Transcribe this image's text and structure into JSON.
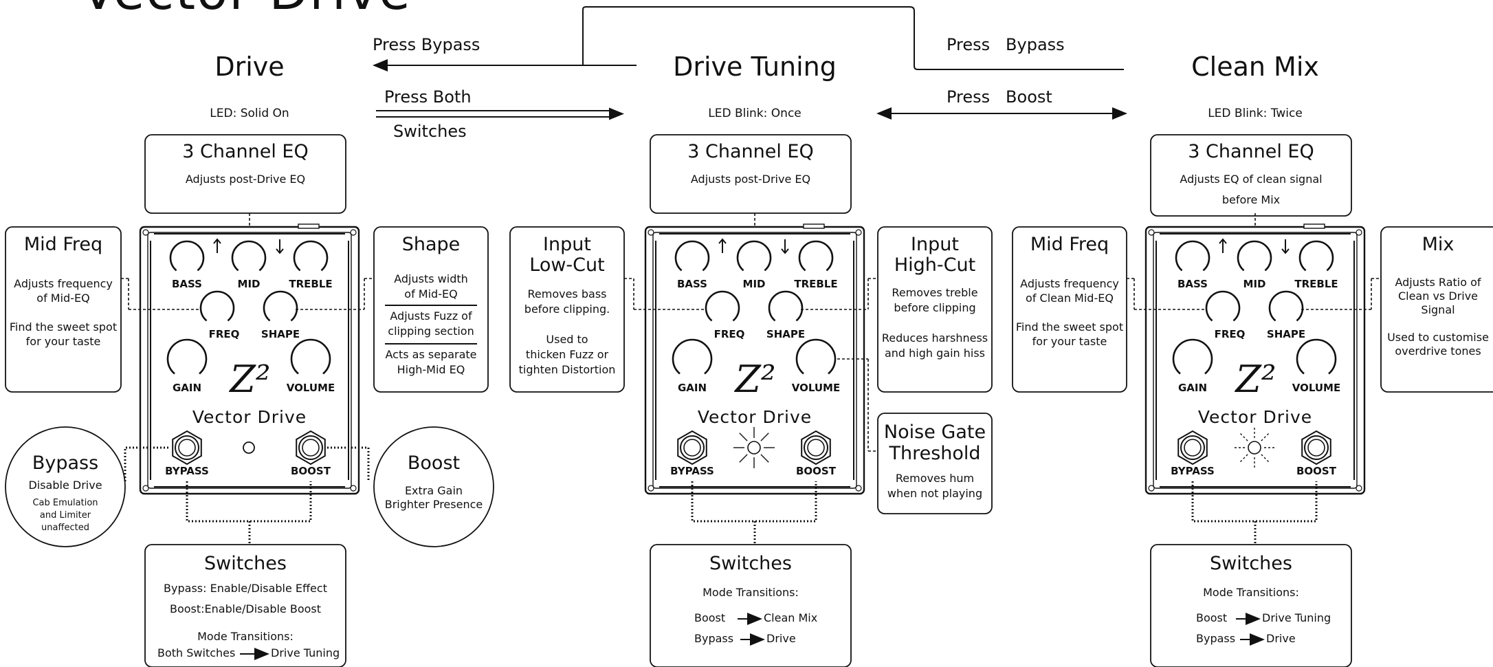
{
  "title": "Vector Drive",
  "arrows": {
    "press_bypass_left": "Press Bypass",
    "press_both": "Press Both",
    "switches": "Switches",
    "press_bypass_right": "Press   Bypass",
    "press_boost": "Press   Boost"
  },
  "pedal": {
    "name": "Vector Drive",
    "logo": "Z²",
    "knobs": {
      "bass": "BASS",
      "mid": "MID",
      "treble": "TREBLE",
      "freq": "FREQ",
      "shape": "SHAPE",
      "gain": "GAIN",
      "volume": "VOLUME"
    },
    "bypass": "BYPASS",
    "boost": "BOOST"
  },
  "modes": {
    "drive": {
      "title": "Drive",
      "led": "LED: Solid On",
      "eq_title": "3 Channel EQ",
      "eq_desc": [
        "Adjusts post-Drive EQ"
      ],
      "left_title": "Mid Freq",
      "left_desc": [
        "Adjusts frequency",
        "of Mid-EQ",
        "",
        "Find the sweet spot",
        "for your taste"
      ],
      "right_title": "Shape",
      "right_desc": [
        "Adjusts width",
        "of Mid-EQ",
        "Adjusts Fuzz of",
        "clipping section",
        "Acts as separate",
        "High-Mid EQ"
      ],
      "bypass_title": "Bypass",
      "bypass_desc": "Disable Drive",
      "bypass_small": [
        "Cab Emulation",
        "and Limiter",
        "unaffected"
      ],
      "boost_title": "Boost",
      "boost_desc": [
        "Extra Gain",
        "Brighter Presence"
      ],
      "switches_title": "Switches",
      "switches_lines": [
        "Bypass: Enable/Disable Effect",
        "Boost:Enable/Disable Boost",
        "Mode Transitions:"
      ],
      "switch_transition": {
        "from": "Both Switches",
        "to": "Drive Tuning"
      }
    },
    "tuning": {
      "title": "Drive Tuning",
      "led": "LED Blink: Once",
      "eq_title": "3 Channel EQ",
      "eq_desc": [
        "Adjusts post-Drive EQ"
      ],
      "left_title": [
        "Input",
        "Low-Cut"
      ],
      "left_desc": [
        "Removes bass",
        "before clipping.",
        "",
        "Used to",
        "thicken Fuzz or",
        "tighten Distortion"
      ],
      "right_title": [
        "Input",
        "High-Cut"
      ],
      "right_desc": [
        "Removes treble",
        "before clipping",
        "",
        "Reduces harshness",
        "and high gain hiss"
      ],
      "gate_title": [
        "Noise Gate",
        "Threshold"
      ],
      "gate_desc": [
        "Removes hum",
        "when not playing"
      ],
      "switches_title": "Switches",
      "switches_sub": "Mode Transitions:",
      "transitions": [
        {
          "from": "Boost",
          "to": "Clean Mix"
        },
        {
          "from": "Bypass",
          "to": "Drive"
        }
      ]
    },
    "clean": {
      "title": "Clean Mix",
      "led": "LED Blink: Twice",
      "eq_title": "3 Channel EQ",
      "eq_desc": [
        "Adjusts EQ of clean signal",
        "before Mix"
      ],
      "left_title": "Mid Freq",
      "left_desc": [
        "Adjusts frequency",
        "of Clean Mid-EQ",
        "",
        "Find the sweet spot",
        "for your taste"
      ],
      "right_title": "Mix",
      "right_desc": [
        "Adjusts Ratio of",
        "Clean vs Drive",
        "Signal",
        "",
        "Used to customise",
        "overdrive tones"
      ],
      "switches_title": "Switches",
      "switches_sub": "Mode Transitions:",
      "transitions": [
        {
          "from": "Boost",
          "to": "Drive Tuning"
        },
        {
          "from": "Bypass",
          "to": "Drive"
        }
      ]
    }
  }
}
